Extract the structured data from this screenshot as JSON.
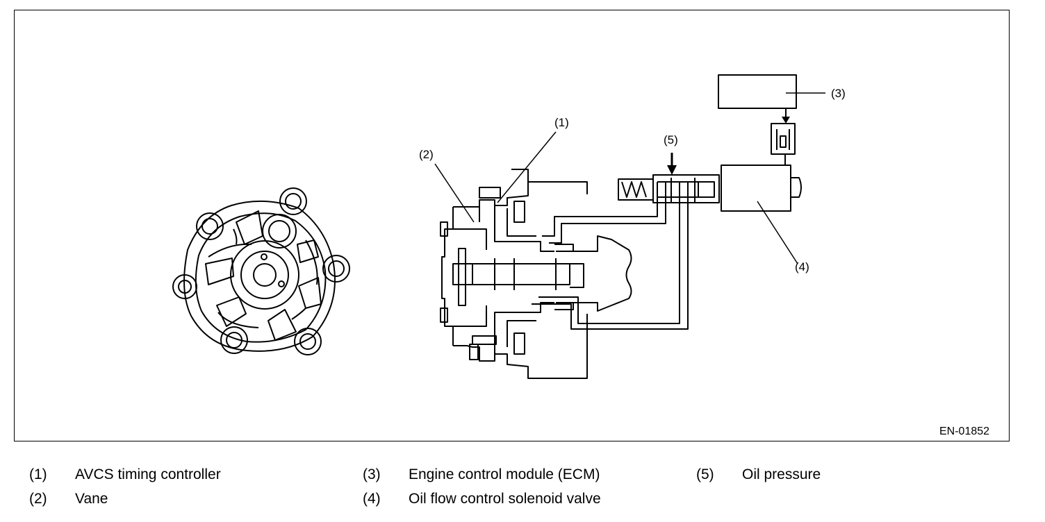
{
  "figure": {
    "code": "EN-01852",
    "callouts": {
      "c1": "(1)",
      "c2": "(2)",
      "c3": "(3)",
      "c4": "(4)",
      "c5": "(5)"
    }
  },
  "legend": [
    {
      "number": "(1)",
      "label": "AVCS timing controller"
    },
    {
      "number": "(2)",
      "label": "Vane"
    },
    {
      "number": "(3)",
      "label": "Engine control module (ECM)"
    },
    {
      "number": "(4)",
      "label": "Oil flow control solenoid valve"
    },
    {
      "number": "(5)",
      "label": "Oil pressure"
    }
  ]
}
